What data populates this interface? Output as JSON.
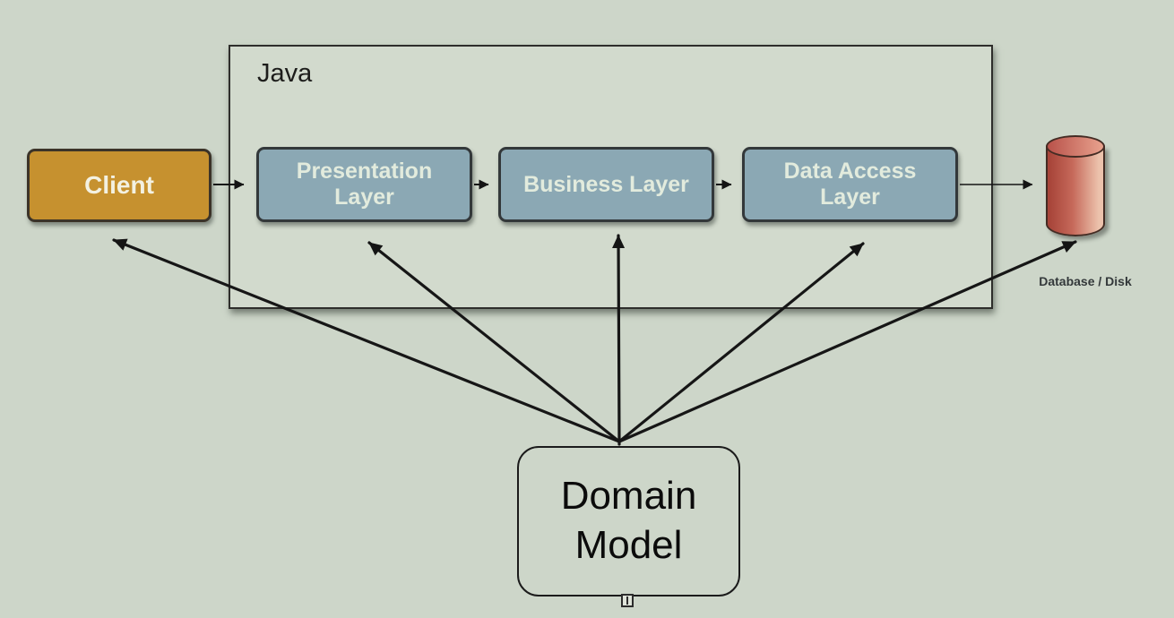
{
  "canvas": {
    "background_color": "#cdd6c9"
  },
  "nodes": {
    "java_container": {
      "label": "Java",
      "border_color": "#2e2e2b"
    },
    "client": {
      "label": "Client",
      "fill": "#c6912f",
      "text_color": "#f3f1e2"
    },
    "presentation": {
      "label": "Presentation Layer",
      "fill": "#8ba8b4",
      "text_color": "#e2ebdd"
    },
    "business": {
      "label": "Business Layer",
      "fill": "#8ba8b4",
      "text_color": "#e2ebdd"
    },
    "data_access": {
      "label": "Data Access Layer",
      "fill": "#8ba8b4",
      "text_color": "#e2ebdd"
    },
    "domain_model": {
      "label": "Domain Model",
      "text_color": "#0b0b0b"
    },
    "database": {
      "label": "Database / Disk",
      "fill_dark": "#a8453a",
      "fill_mid": "#c6695a",
      "fill_light": "#ecc2ac",
      "top_dark": "#b9524a",
      "top_light": "#e8a28e"
    }
  },
  "edges": {
    "flow": [
      {
        "from": "client",
        "to": "presentation"
      },
      {
        "from": "presentation",
        "to": "business"
      },
      {
        "from": "business",
        "to": "data_access"
      },
      {
        "from": "data_access",
        "to": "database"
      }
    ],
    "domain_model_links": [
      {
        "from": "domain_model",
        "to": "client"
      },
      {
        "from": "domain_model",
        "to": "presentation"
      },
      {
        "from": "domain_model",
        "to": "business"
      },
      {
        "from": "domain_model",
        "to": "data_access"
      },
      {
        "from": "domain_model",
        "to": "database"
      }
    ]
  }
}
